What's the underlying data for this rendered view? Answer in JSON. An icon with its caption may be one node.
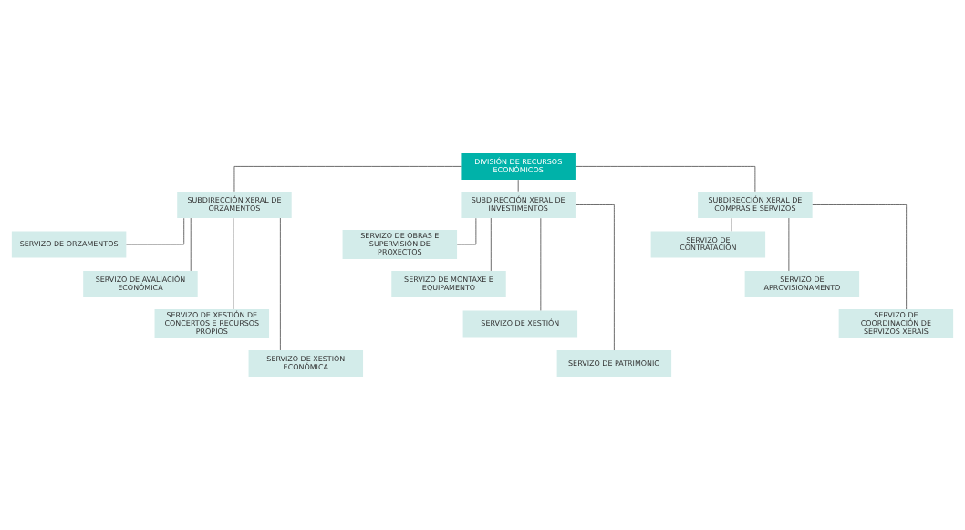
{
  "diagram": {
    "nodes": [
      {
        "text": [
          "DIVISIÓN DE RECURSOS ECONÓMICOS"
        ]
      },
      {
        "text": [
          "SUBDIRECCIÓN XERAL DE ORZAMENTOS"
        ]
      },
      {
        "text": [
          "SUBDIRECCIÓN XERAL DE INVESTIMENTOS"
        ]
      },
      {
        "text": [
          "SUBDIRECCIÓN XERAL DE COMPRAS E SERVIZOS"
        ]
      },
      {
        "text": [
          "SERVIZO DE ORZAMENTOS"
        ]
      },
      {
        "text": [
          "SERVIZO DE AVALIACIÓN ECONÓMICA"
        ]
      },
      {
        "text": [
          "SERVIZO DE XESTIÓN DE CONCERTOS E RECURSOS PROPIOS"
        ]
      },
      {
        "text": [
          "SERVIZO DE XESTIÓN ECONÓMICA"
        ]
      },
      {
        "text": [
          "SERVIZO DE OBRAS E SUPERVISIÓN DE PROXECTOS"
        ]
      },
      {
        "text": [
          "SERVIZO DE MONTAXE E EQUIPAMENTO"
        ]
      },
      {
        "text": [
          "SERVIZO DE XESTIÓN"
        ]
      },
      {
        "text": [
          "SERVIZO DE PATRIMONIO"
        ]
      },
      {
        "text": [
          "SERVIZO DE CONTRATACIÓN"
        ]
      },
      {
        "text": [
          "SERVIZO DE APROVISIONAMENTO"
        ]
      },
      {
        "text": [
          "SERVIZO DE COORDINACIÓN DE SERVIZOS XERAIS"
        ]
      }
    ],
    "edges": [
      {
        "from": 0,
        "to": 1,
        "arrow": "none"
      },
      {
        "from": 0,
        "to": 2,
        "arrow": "none"
      },
      {
        "from": 0,
        "to": 3,
        "arrow": "none"
      },
      {
        "from": 1,
        "to": 4,
        "arrow": "none"
      },
      {
        "from": 1,
        "to": 5,
        "arrow": "none"
      },
      {
        "from": 1,
        "to": 6,
        "arrow": "none"
      },
      {
        "from": 1,
        "to": 7,
        "arrow": "none"
      },
      {
        "from": 2,
        "to": 8,
        "arrow": "none"
      },
      {
        "from": 2,
        "to": 9,
        "arrow": "none"
      },
      {
        "from": 2,
        "to": 10,
        "arrow": "none"
      },
      {
        "from": 2,
        "to": 11,
        "arrow": "none"
      },
      {
        "from": 3,
        "to": 12,
        "arrow": "none"
      },
      {
        "from": 3,
        "to": 13,
        "arrow": "none"
      },
      {
        "from": 3,
        "to": 14,
        "arrow": "none"
      }
    ]
  }
}
